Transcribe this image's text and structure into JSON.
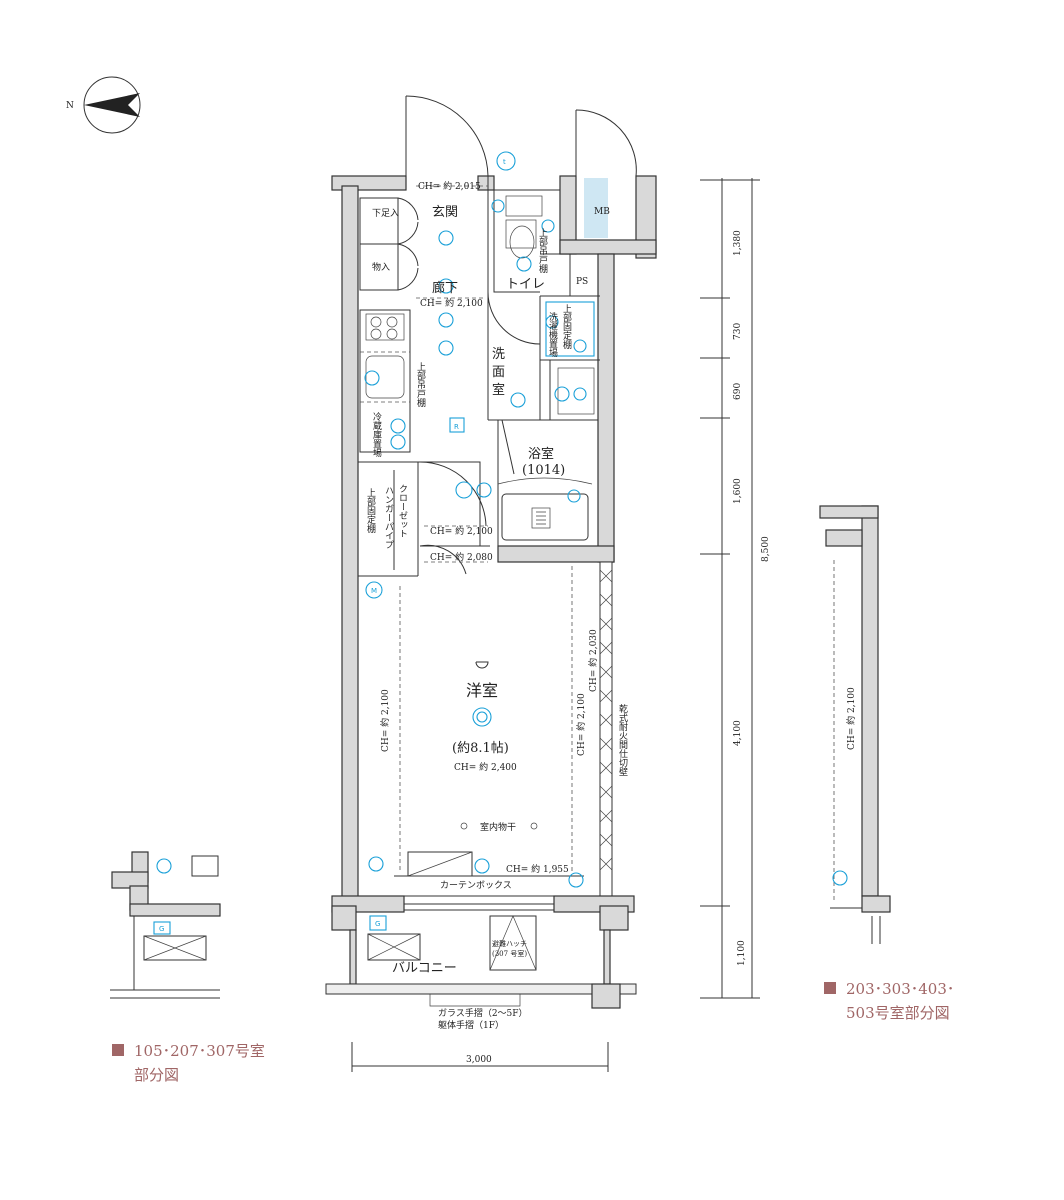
{
  "compass": {
    "north": "N"
  },
  "rooms": {
    "genkan": "玄関",
    "rouka": "廊下",
    "toilet": "トイレ",
    "ps": "PS",
    "mb": "MB",
    "senmen_1": "洗",
    "senmen_2": "面",
    "senmen_3": "室",
    "yokushitsu": "浴室",
    "yokushitsu_size": "(1014)",
    "yoshitsu": "洋室",
    "yoshitsu_size": "(約8.1帖)",
    "balcony": "バルコニー"
  },
  "labels": {
    "shoes_1": "下足入",
    "shoes_2": "物入",
    "upper_cabinet_toilet": "上部吊戸棚",
    "washer": "洗濯機置場",
    "upper_shelf_wash": "上部固定棚",
    "upper_cabinet_kitchen": "上部吊戸棚",
    "fridge": "冷蔵庫置場",
    "closet": "クローゼット",
    "hanger": "ハンガーパイプ",
    "upper_shelf_closet": "上部固定棚",
    "fire_wall": "乾式耐火間仕切壁",
    "drying": "室内物干",
    "curtain_box": "カーテンボックス",
    "hatch_1": "避難ハッチ",
    "hatch_2": "(307 号室)",
    "railing_1": "ガラス手摺（2〜5F）",
    "railing_2": "躯体手摺（1F）"
  },
  "ceiling_heights": {
    "entrance": "CH= 約 2,015",
    "corridor": "CH= 約 2,100",
    "closet_1": "CH= 約 2,100",
    "closet_2": "CH= 約 2,080",
    "room_center": "CH= 約 2,400",
    "room_left": "CH= 約 2,100",
    "room_right": "CH= 約 2,100",
    "room_far_right": "CH= 約 2,030",
    "window": "CH= 約 1,955",
    "partial_right": "CH= 約 2,100"
  },
  "dimensions": {
    "d1": "1,380",
    "d2": "730",
    "d3": "690",
    "d4": "1,600",
    "d5": "4,100",
    "d6": "1,100",
    "total": "8,500",
    "width": "3,000"
  },
  "symbols": {
    "t": "t",
    "m": "M",
    "r": "R",
    "g": "G"
  },
  "legend": {
    "left_line1": "105･207･307号室",
    "left_line2": "部分図",
    "right_line1": "203･303･403･",
    "right_line2": "503号室部分図",
    "color": "#a06666"
  }
}
